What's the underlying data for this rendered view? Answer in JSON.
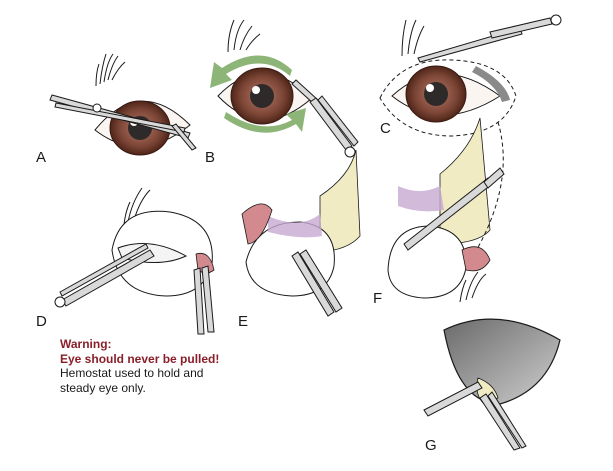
{
  "panel_labels": {
    "a": "A",
    "b": "B",
    "c": "C",
    "d": "D",
    "e": "E",
    "f": "F",
    "g": "G"
  },
  "warning": {
    "heading": "Warning:",
    "emphasis": "Eye should never be pulled!",
    "body_line1": "Hemostat used to hold and",
    "body_line2": "steady eye only."
  },
  "colors": {
    "iris": "#6e3a2c",
    "iris_light": "#a5685a",
    "sclera": "#ffffff",
    "pupil": "#2f2a2a",
    "rotation_arrow": "#7aa860",
    "fascia": "#f1ebc4",
    "muscle": "#d38a8f",
    "ligament": "#c7a9d2",
    "orbit_shading": "#8a8a8a",
    "warning_text": "#8a1f2a",
    "line": "#1a1a1a"
  }
}
